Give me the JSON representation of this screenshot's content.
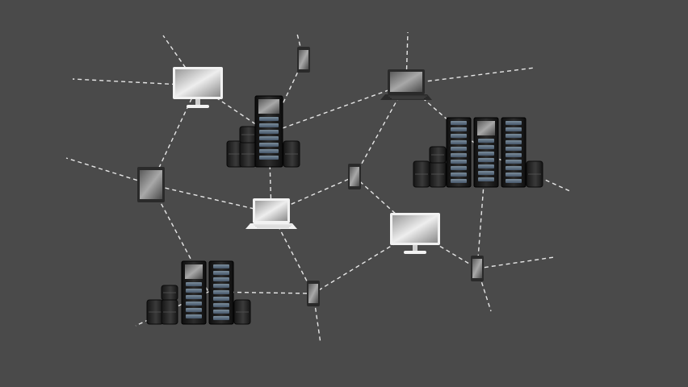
{
  "colors": {
    "background": "#4a4a4a",
    "link": "#e6e6e6",
    "server_body": "#1c1c1c",
    "server_slot": "#5f7384",
    "screen_light": "#d8d8d8",
    "screen_dark": "#6e6e6e",
    "frame_light": "#f2f2f2",
    "frame_dark": "#2a2a2a"
  },
  "nodes": [
    {
      "id": "monitor-top-left",
      "icon": "monitor-icon"
    },
    {
      "id": "phone-top",
      "icon": "phone-icon"
    },
    {
      "id": "laptop-top",
      "icon": "laptop-icon"
    },
    {
      "id": "server-top-left",
      "icon": "server-rack-icon"
    },
    {
      "id": "server-right",
      "icon": "server-rack-icon"
    },
    {
      "id": "tablet-left",
      "icon": "tablet-icon"
    },
    {
      "id": "phone-center",
      "icon": "phone-icon"
    },
    {
      "id": "laptop-center",
      "icon": "laptop-icon"
    },
    {
      "id": "monitor-center-right",
      "icon": "monitor-icon"
    },
    {
      "id": "phone-right",
      "icon": "phone-icon"
    },
    {
      "id": "server-bottom-left",
      "icon": "server-rack-icon"
    },
    {
      "id": "phone-bottom",
      "icon": "phone-icon"
    }
  ],
  "links": [
    [
      "monitor-top-left",
      "server-top-left"
    ],
    [
      "monitor-top-left",
      "tablet-left"
    ],
    [
      "phone-top",
      "server-top-left"
    ],
    [
      "server-top-left",
      "laptop-top"
    ],
    [
      "laptop-top",
      "server-right"
    ],
    [
      "laptop-top",
      "phone-center"
    ],
    [
      "tablet-left",
      "laptop-center"
    ],
    [
      "tablet-left",
      "server-bottom-left"
    ],
    [
      "laptop-center",
      "server-top-left"
    ],
    [
      "laptop-center",
      "phone-center"
    ],
    [
      "laptop-center",
      "phone-bottom"
    ],
    [
      "phone-center",
      "monitor-center-right"
    ],
    [
      "monitor-center-right",
      "phone-bottom"
    ],
    [
      "monitor-center-right",
      "phone-right"
    ],
    [
      "server-right",
      "phone-right"
    ],
    [
      "server-bottom-left",
      "phone-bottom"
    ]
  ]
}
